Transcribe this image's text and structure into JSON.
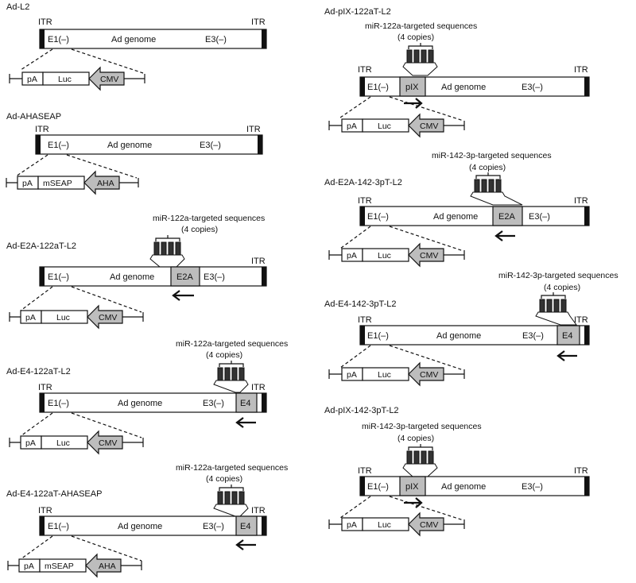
{
  "labels": {
    "itr": "ITR",
    "e1": "E1(–)",
    "genome": "Ad genome",
    "e3": "E3(–)",
    "e2a": "E2A",
    "e4": "E4",
    "pix": "pIX",
    "pa": "pA",
    "luc": "Luc",
    "mseap": "mSEAP",
    "cmv": "CMV",
    "aha": "AHA",
    "copies": "(4 copies)",
    "mir122": "miR-122a-targeted sequences",
    "mir142": "miR-142-3p-targeted sequences"
  },
  "constructs": [
    {
      "name": "Ad-L2"
    },
    {
      "name": "Ad-AHASEAP"
    },
    {
      "name": "Ad-E2A-122aT-L2"
    },
    {
      "name": "Ad-E4-122aT-L2"
    },
    {
      "name": "Ad-E4-122aT-AHASEAP"
    },
    {
      "name": "Ad-pIX-122aT-L2"
    },
    {
      "name": "Ad-E2A-142-3pT-L2"
    },
    {
      "name": "Ad-E4-142-3pT-L2"
    },
    {
      "name": "Ad-pIX-142-3pT-L2"
    }
  ]
}
